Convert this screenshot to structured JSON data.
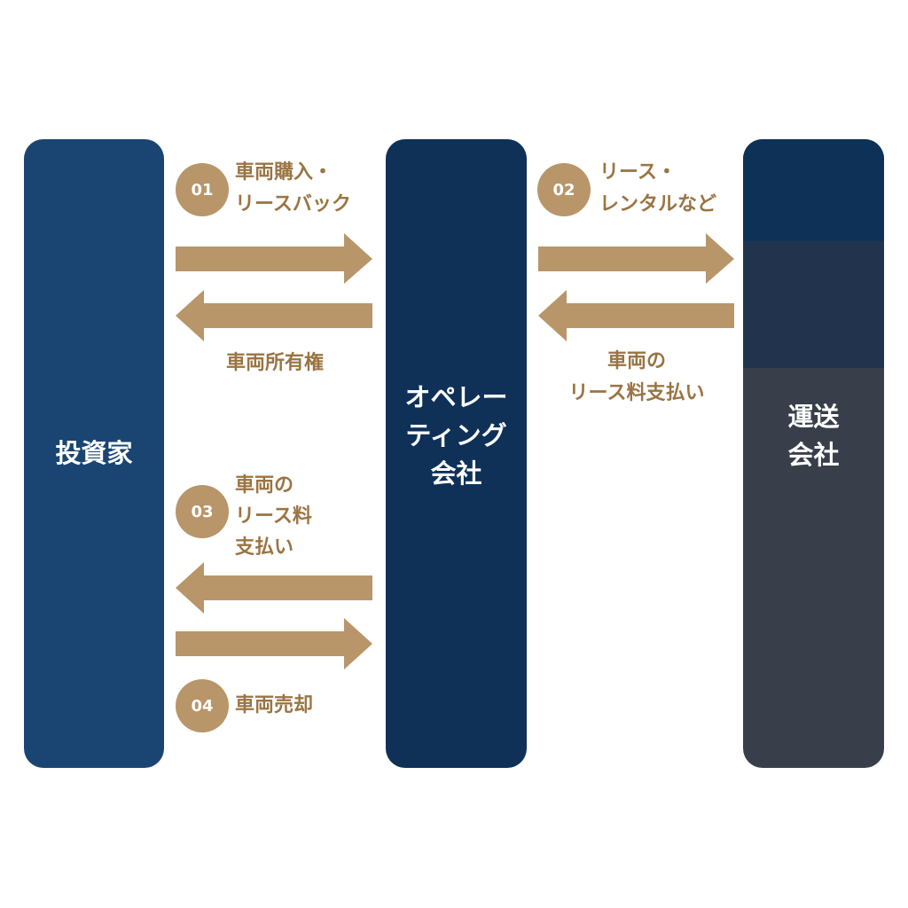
{
  "entities": {
    "investor": "投資家",
    "operator": "オペレー\nティング\n会社",
    "carrier": "運送\n会社"
  },
  "flows": [
    {
      "badge": "01",
      "lines": [
        "車両購入・",
        "リースバック"
      ],
      "return_label": "車両所有権"
    },
    {
      "badge": "02",
      "lines": [
        "リース・",
        "レンタルなど"
      ],
      "return_lines": [
        "車両の",
        "リース料支払い"
      ]
    },
    {
      "badge": "03",
      "lines": [
        "車両の",
        "リース料",
        "支払い"
      ]
    },
    {
      "badge": "04",
      "lines": [
        "車両売却"
      ]
    }
  ],
  "colors": {
    "gold": "#b8966a",
    "gold_text": "#9a7443",
    "navy": "#0f3158",
    "blue": "#1a4572",
    "slate": "#383f4a"
  }
}
